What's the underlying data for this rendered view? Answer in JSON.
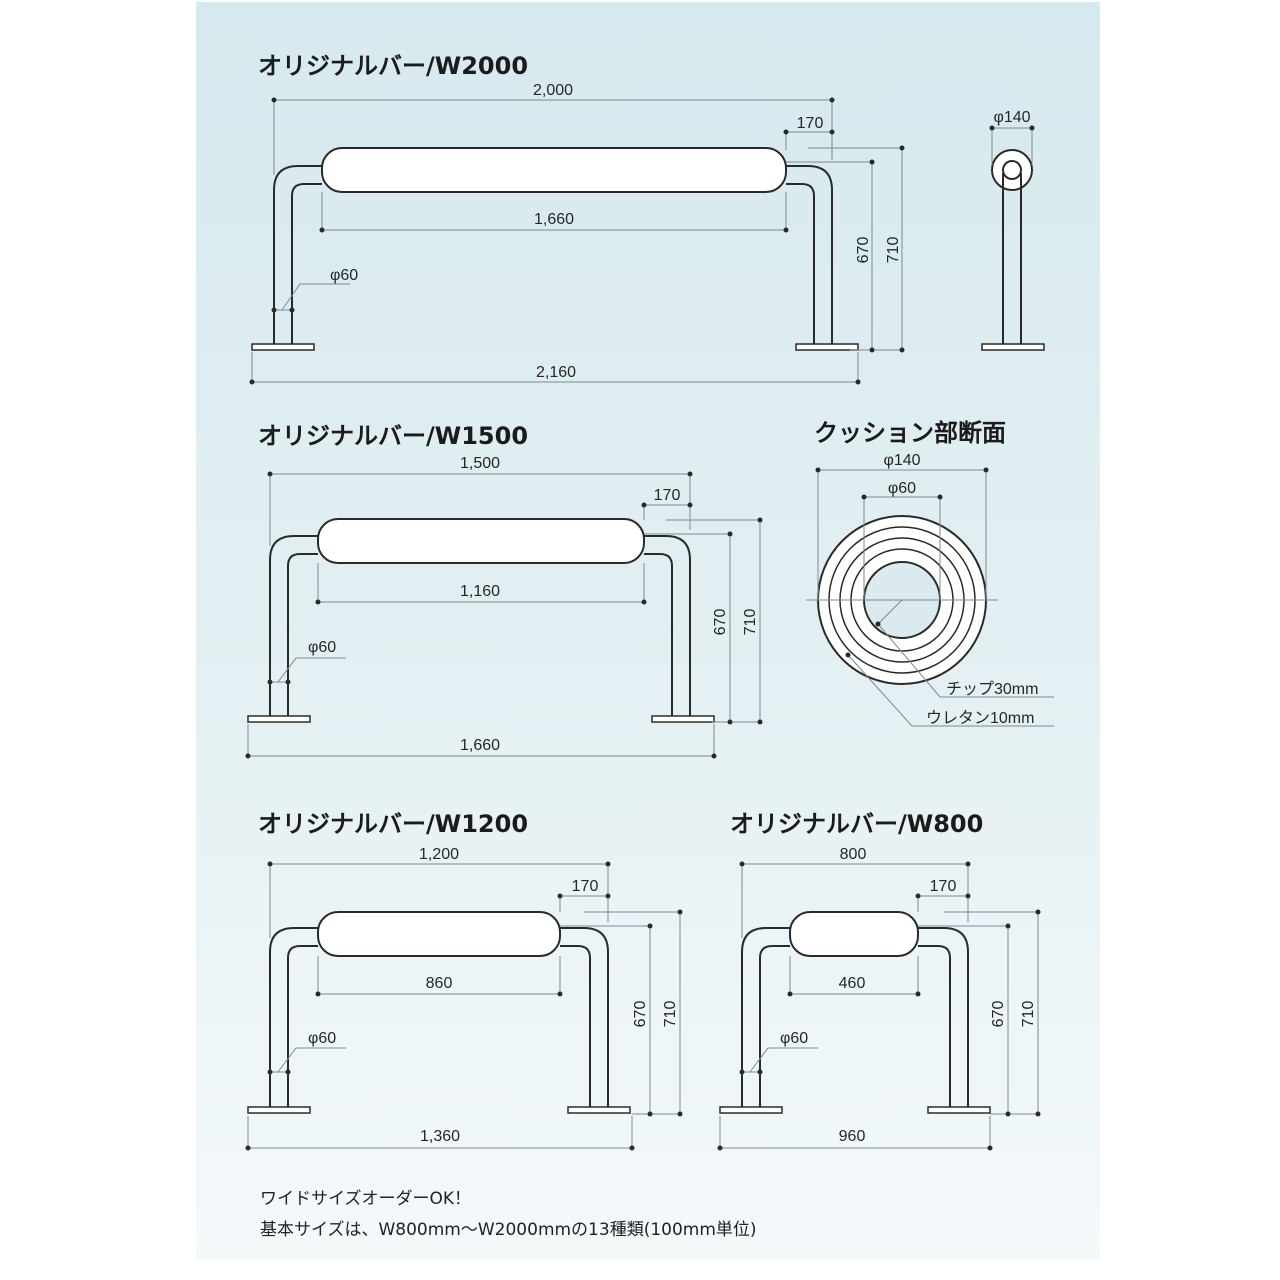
{
  "colors": {
    "line": "#2a2a2a",
    "thin": "#7a8c90",
    "bar_fill": "#ffffff",
    "background": "#dbeaee"
  },
  "drawings": [
    {
      "id": "w2000",
      "title": "オリジナルバー/W2000",
      "width": "2,000",
      "cut": "170",
      "cushion_length": "1,660",
      "pipe": "φ60",
      "height_outer": "670",
      "height_total": "710",
      "base": "2,160"
    },
    {
      "id": "w1500",
      "title": "オリジナルバー/W1500",
      "width": "1,500",
      "cut": "170",
      "cushion_length": "1,160",
      "pipe": "φ60",
      "height_outer": "670",
      "height_total": "710",
      "base": "1,660"
    },
    {
      "id": "w1200",
      "title": "オリジナルバー/W1200",
      "width": "1,200",
      "cut": "170",
      "cushion_length": "860",
      "pipe": "φ60",
      "height_outer": "670",
      "height_total": "710",
      "base": "1,360"
    },
    {
      "id": "w800",
      "title": "オリジナルバー/W800",
      "width": "800",
      "cut": "170",
      "cushion_length": "460",
      "pipe": "φ60",
      "height_outer": "670",
      "height_total": "710",
      "base": "960"
    }
  ],
  "side_view": {
    "diameter": "φ140"
  },
  "cross_section": {
    "title": "クッション部断面",
    "outer_diameter": "φ140",
    "inner_diameter": "φ60",
    "chip_label": "チップ30mm",
    "urethane_label": "ウレタン10mm"
  },
  "notes": {
    "line1": "ワイドサイズオーダーOK！",
    "line2": "基本サイズは、W800mm〜W2000mmの13種類(100mm単位)"
  }
}
